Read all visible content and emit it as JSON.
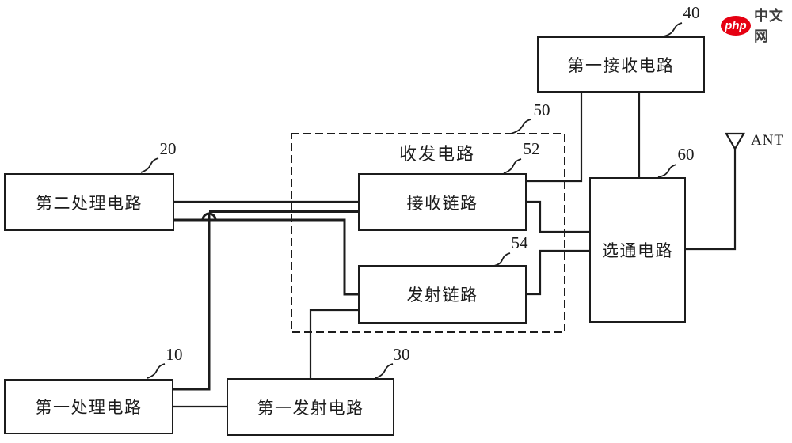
{
  "page": {
    "background": "#ffffff",
    "ink": "#1c1c1c"
  },
  "logo": {
    "brand": "php",
    "site": "中文网",
    "badge_color": "#e60012",
    "brand_color": "#ffffff",
    "site_color": "#3d3d3d"
  },
  "antenna": {
    "label": "ANT"
  },
  "group50": {
    "ref": "50",
    "title": "收发电路"
  },
  "boxes": {
    "b10": {
      "ref": "10",
      "label": "第一处理电路"
    },
    "b20": {
      "ref": "20",
      "label": "第二处理电路"
    },
    "b30": {
      "ref": "30",
      "label": "第一发射电路"
    },
    "b40": {
      "ref": "40",
      "label": "第一接收电路"
    },
    "b52": {
      "ref": "52",
      "label": "接收链路"
    },
    "b54": {
      "ref": "54",
      "label": "发射链路"
    },
    "b60": {
      "ref": "60",
      "label": "选通电路"
    }
  }
}
